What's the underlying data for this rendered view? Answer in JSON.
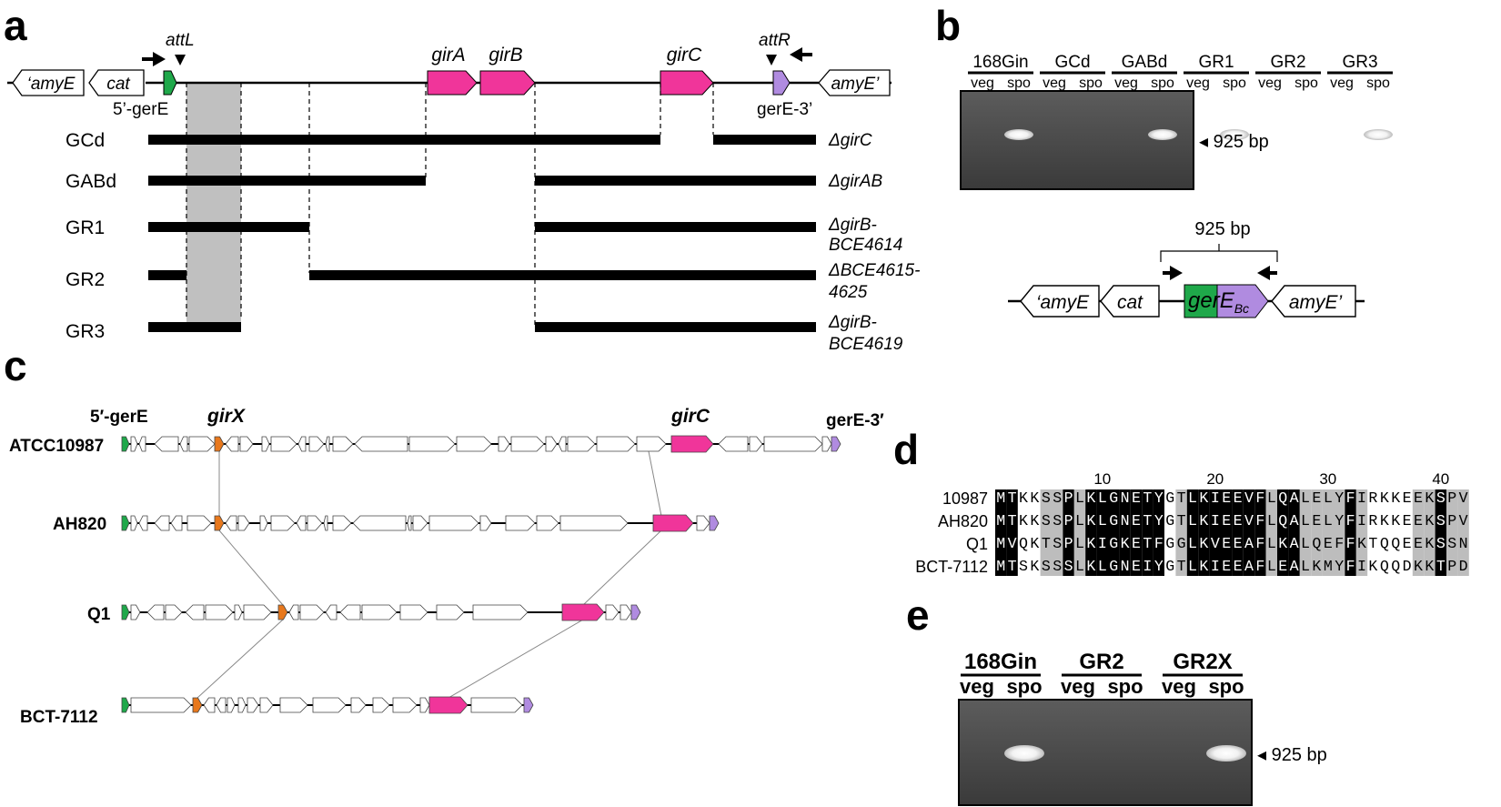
{
  "panels": {
    "a": "a",
    "b": "b",
    "c": "c",
    "d": "d",
    "e": "e"
  },
  "panel_a": {
    "genes": {
      "amyE_left": "‘amyE",
      "cat": "cat",
      "amyE_right": "amyE’",
      "girA": "girA",
      "girB": "girB",
      "girC": "girC"
    },
    "sites": {
      "attL": "attL",
      "attR": "attR",
      "gerE5": "5’-gerE",
      "gerE3": "gerE-3’"
    },
    "strains": [
      {
        "name": "GCd",
        "deletion": [
          "ΔgirC"
        ]
      },
      {
        "name": "GABd",
        "deletion": [
          "ΔgirAB"
        ]
      },
      {
        "name": "GR1",
        "deletion": [
          "ΔgirB-",
          "BCE4614"
        ]
      },
      {
        "name": "GR2",
        "deletion": [
          "ΔBCE4615-",
          "4625"
        ]
      },
      {
        "name": "GR3",
        "deletion": [
          "ΔgirB-",
          "BCE4619"
        ]
      }
    ]
  },
  "panel_b": {
    "lanes": [
      "168Gin",
      "GCd",
      "GABd",
      "GR1",
      "GR2",
      "GR3"
    ],
    "conditions": [
      "veg",
      "spo"
    ],
    "band_present": [
      [
        false,
        true
      ],
      [
        false,
        false
      ],
      [
        false,
        true
      ],
      [
        false,
        true
      ],
      [
        false,
        false
      ],
      [
        false,
        true
      ]
    ],
    "band_label": "◂ 925 bp",
    "construct": {
      "size": "925 bp",
      "amyE_left": "‘amyE",
      "cat": "cat",
      "gerE": "gerE",
      "gerE_sub": "Bc",
      "amyE_right": "amyE’"
    }
  },
  "panel_c": {
    "labels": {
      "gerE5": "5′-gerE",
      "girX": "girX",
      "girC": "girC",
      "gerE3": "gerE-3′"
    },
    "strains": [
      "ATCC10987",
      "AH820",
      "Q1",
      "BCT-7112"
    ]
  },
  "panel_d": {
    "ruler": [
      "10",
      "20",
      "30",
      "40"
    ],
    "rows": [
      {
        "name": "10987",
        "seq": "MTKKSSPLKLGNETYGTLKIEEVFLQALELYFIRKKEEKSPV"
      },
      {
        "name": "AH820",
        "seq": "MTKKSSPLKLGNETYGTLKIEEVFLQALELYFIRKKEEKSPV"
      },
      {
        "name": "Q1",
        "seq": "MVQKTSPLKIGKETFGGLKVEEAFLKALQEFFKTQQEEKSSN"
      },
      {
        "name": "BCT-7112",
        "seq": "MTSKSSSLKLGNEIYGTLKIEEAFLEALKMYFIKQQDKKTPD"
      }
    ],
    "shade": "BBWWGGBGBBBBBBBWGBBBBBBBGBBGGGGBGWWWWGGBGG"
  },
  "panel_e": {
    "lanes": [
      "168Gin",
      "GR2",
      "GR2X"
    ],
    "conditions": [
      "veg",
      "spo"
    ],
    "band_present": [
      [
        false,
        true
      ],
      [
        false,
        false
      ],
      [
        false,
        true
      ]
    ],
    "band_label": "◂ 925 bp"
  },
  "colors": {
    "pink": "#f0359a",
    "green": "#1fa84a",
    "purple": "#b08be0",
    "orange": "#e8781c",
    "gray_shade": "#c0c0c0"
  }
}
